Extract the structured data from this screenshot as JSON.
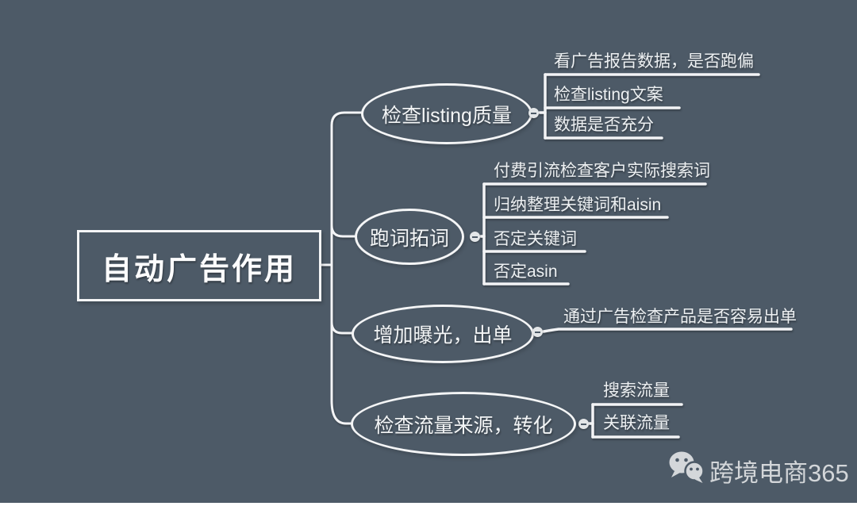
{
  "app": {
    "background_color": "#4d5a67",
    "line_color": "#f3f4f6",
    "watermark_color": "#d3d6d9",
    "bottom_bar_color": "#ffffff"
  },
  "root": {
    "label": "自动广告作用"
  },
  "branches": [
    {
      "label": "检查listing质量",
      "children": [
        {
          "label": "看广告报告数据，是否跑偏"
        },
        {
          "label": "检查listing文案"
        },
        {
          "label": "数据是否充分"
        }
      ]
    },
    {
      "label": "跑词拓词",
      "children": [
        {
          "label": "付费引流检查客户实际搜索词"
        },
        {
          "label": "归纳整理关键词和aisin"
        },
        {
          "label": "否定关键词"
        },
        {
          "label": "否定asin"
        }
      ]
    },
    {
      "label": "增加曝光，出单",
      "children": [
        {
          "label": "通过广告检查产品是否容易出单"
        }
      ]
    },
    {
      "label": "检查流量来源，转化",
      "children": [
        {
          "label": "搜索流量"
        },
        {
          "label": "关联流量"
        }
      ]
    }
  ],
  "watermark": {
    "icon": "wechat-icon",
    "label": "跨境电商365"
  }
}
